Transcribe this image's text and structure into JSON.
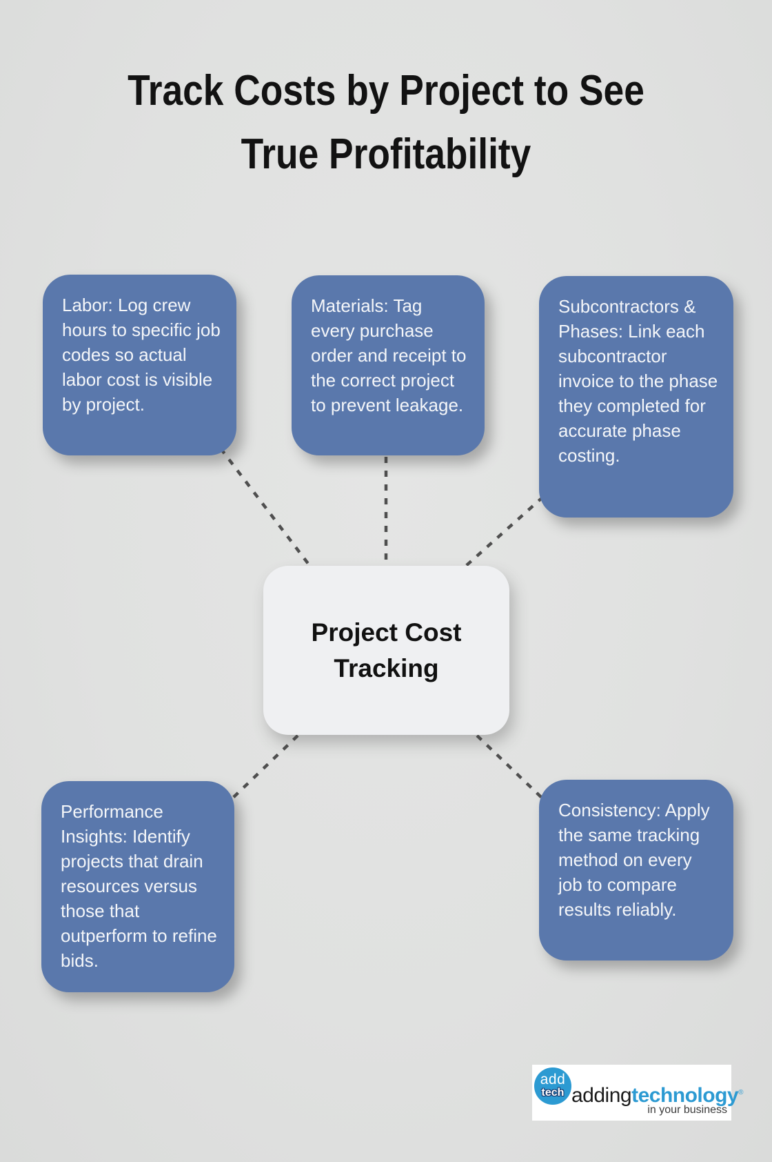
{
  "title": {
    "line1": "Track Costs by Project to See",
    "line2": "True Profitability"
  },
  "center_node": {
    "label": "Project Cost Tracking"
  },
  "nodes": {
    "labor": {
      "text": "Labor: Log crew hours to specific job codes so actual labor cost is visible by project."
    },
    "materials": {
      "text": "Materials: Tag every purchase order and receipt to the correct project to prevent leakage."
    },
    "subcontractors": {
      "text": "Subcontractors & Phases: Link each subcontractor invoice to the phase they completed for accurate phase costing."
    },
    "performance": {
      "text": "Performance Insights: Identify projects that drain resources versus those that outperform to refine bids."
    },
    "consistency": {
      "text": "Consistency: Apply the same tracking method on every job to compare results reliably."
    }
  },
  "logo": {
    "badge_line1": "add",
    "badge_line2": "tech",
    "brand_black": "adding",
    "brand_blue": "technology",
    "registered_mark": "®",
    "tagline": "in your business"
  },
  "colors": {
    "background": "#e0e1e0",
    "node_blue": "#5a78ac",
    "node_text": "#f4f6f9",
    "center_node_bg": "#eff0f2",
    "connector": "#4f4f4f",
    "title_text": "#121212",
    "logo_blue": "#2c9ad2",
    "logo_navy": "#16366b"
  }
}
